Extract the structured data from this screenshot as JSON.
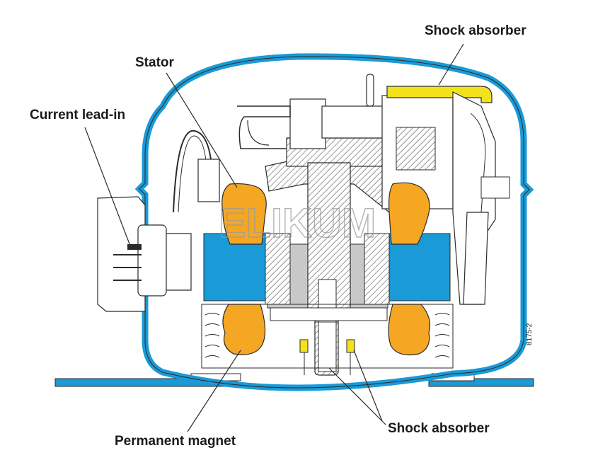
{
  "labels": {
    "shock_absorber_top": "Shock absorber",
    "stator": "Stator",
    "current_lead_in": "Current lead-in",
    "permanent_magnet": "Permanent magnet",
    "shock_absorber_bottom": "Shock absorber"
  },
  "figure_number": "8175-2",
  "watermark": "ELIKUM",
  "colors": {
    "housing": "#1a9ad6",
    "stator": "#f5a623",
    "shock_absorber": "#f2e21c",
    "magnet_core": "#1a9ad6",
    "rotor": "#c8c8c8",
    "line": "#2b2b2b"
  }
}
